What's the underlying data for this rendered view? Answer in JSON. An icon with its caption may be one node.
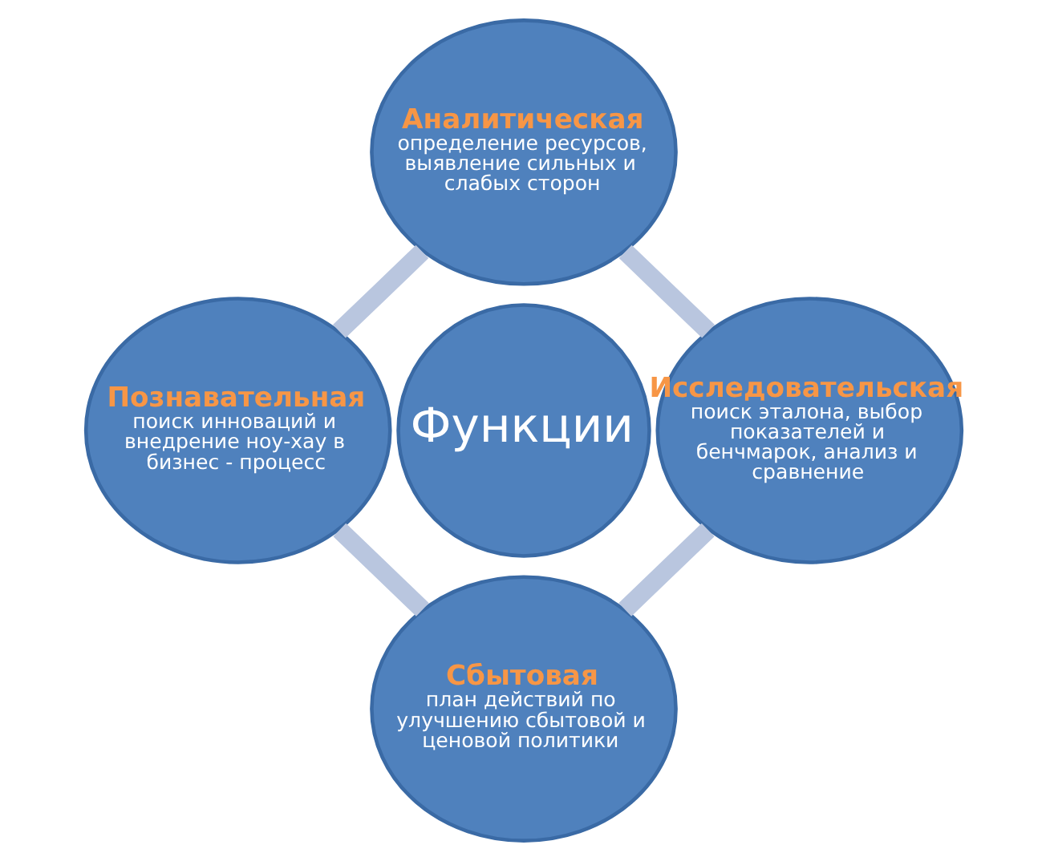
{
  "diagram": {
    "nodes": [
      {
        "text": [
          "Аналитическая",
          "определение ресурсов, выявление сильных и слабых сторон"
        ]
      },
      {
        "text": [
          "Познавательная",
          "поиск инноваций и внедрение ноу-хау в бизнес - процесс"
        ]
      },
      {
        "text": [
          "Функции"
        ]
      },
      {
        "text": [
          "Исследовательская",
          "поиск эталона, выбор показателей и бенчмарок, анализ и сравнение"
        ]
      },
      {
        "text": [
          "Сбытовая",
          "план действий по улучшению сбытовой и ценовой политики"
        ]
      }
    ],
    "edges": [
      {
        "from": 0,
        "to": 1,
        "arrow": "none"
      },
      {
        "from": 0,
        "to": 3,
        "arrow": "none"
      },
      {
        "from": 1,
        "to": 4,
        "arrow": "none"
      },
      {
        "from": 3,
        "to": 4,
        "arrow": "none"
      }
    ]
  }
}
